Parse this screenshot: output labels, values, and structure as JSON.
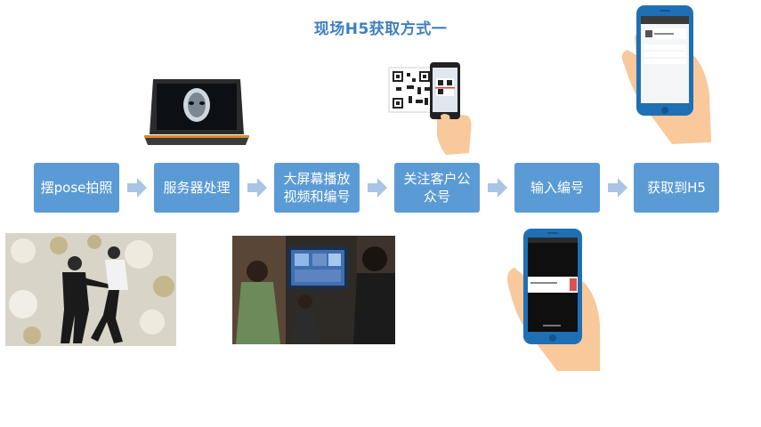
{
  "title": "现场H5获取方式一",
  "steps": [
    {
      "label": "摆pose拍照"
    },
    {
      "label": "服务器处理"
    },
    {
      "label": "大屏幕播放视频和编号"
    },
    {
      "label": "关注客户公众号"
    },
    {
      "label": "输入编号"
    },
    {
      "label": "获取到H5"
    }
  ],
  "colors": {
    "title": "#3f7fc0",
    "step_box": "#5b9bd5",
    "arrow": "#a9c4e4",
    "hand": "#f9c89b",
    "phone_body": "#1f6fb5"
  },
  "icons": [
    "laptop-icon",
    "qr-code-icon",
    "phone-in-hand-icon"
  ]
}
